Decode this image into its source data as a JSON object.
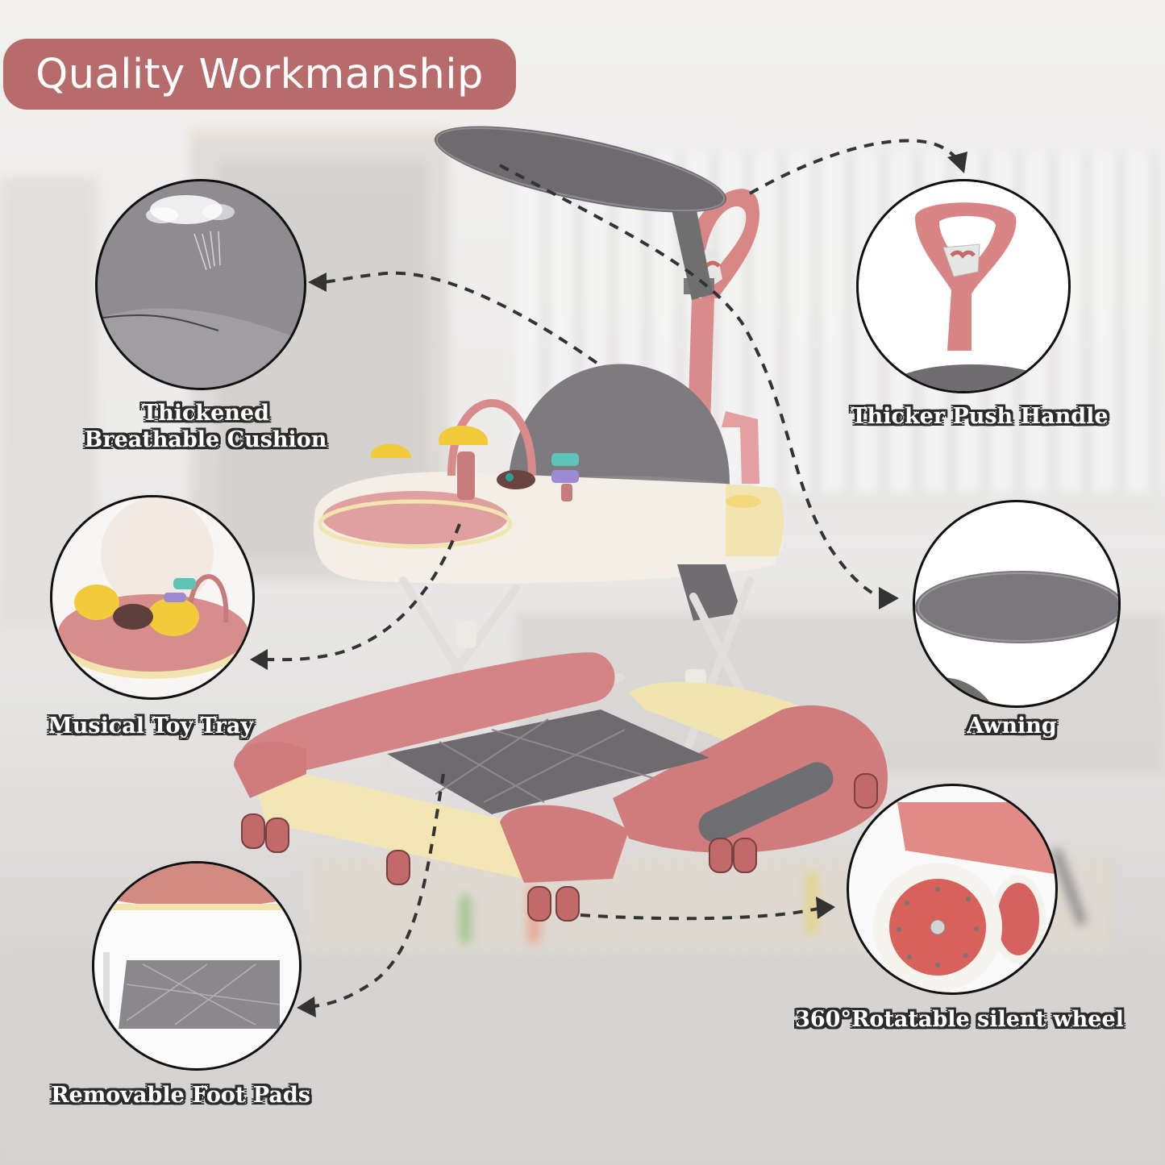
{
  "title": "Quality Workmanship",
  "colors": {
    "title_pill": "#b86b6b",
    "walker_pink": "#cf7b7b",
    "walker_cream": "#f2e4b0",
    "fabric_gray": "#7d7b80",
    "arrow": "#333333",
    "label_outline": "#2b2b2b"
  },
  "features": [
    {
      "id": "cushion",
      "label_line1": "Thickened",
      "label_line2": "Breathable Cushion",
      "side": "left"
    },
    {
      "id": "toy_tray",
      "label": "Musical Toy Tray",
      "side": "left"
    },
    {
      "id": "foot_pads",
      "label": "Removable Foot Pads",
      "side": "left"
    },
    {
      "id": "push_handle",
      "label": "Thicker Push Handle",
      "side": "right"
    },
    {
      "id": "awning",
      "label": "Awning",
      "side": "right"
    },
    {
      "id": "wheel",
      "label": "360°Rotatable silent wheel",
      "side": "right"
    }
  ],
  "product": {
    "name": "baby walker",
    "icons": [
      "dashed-arrow-icon"
    ]
  }
}
